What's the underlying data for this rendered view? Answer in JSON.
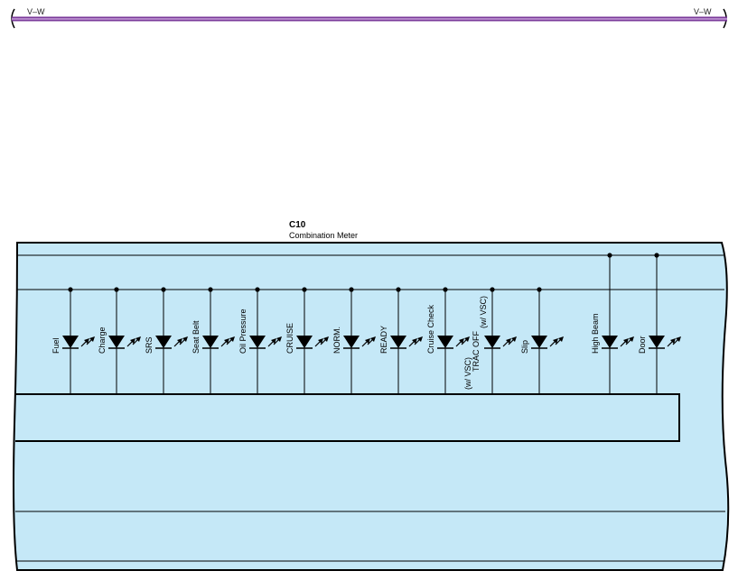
{
  "wire": {
    "label_left": "V–W",
    "label_right": "V–W",
    "color": "#7a3a9a"
  },
  "component": {
    "code": "C10",
    "name": "Combination Meter",
    "fill": "#c5e8f7"
  },
  "lamps": [
    {
      "id": "fuel",
      "label": "Fuel"
    },
    {
      "id": "charge",
      "label": "Charge"
    },
    {
      "id": "srs",
      "label": "SRS"
    },
    {
      "id": "seat-belt",
      "label": "Seat Belt"
    },
    {
      "id": "oil-pressure",
      "label": "Oil Pressure"
    },
    {
      "id": "cruise",
      "label": "CRUISE"
    },
    {
      "id": "norm",
      "label": "NORM."
    },
    {
      "id": "ready",
      "label": "READY"
    },
    {
      "id": "cruise-check",
      "label": "Cruise Check"
    },
    {
      "id": "trac-off",
      "label": "TRAC OFF",
      "sub": "(w/ VSC)",
      "label2": "(w/ VSC)"
    },
    {
      "id": "slip",
      "label": "Slip"
    },
    {
      "id": "high-beam",
      "label": "High Beam"
    },
    {
      "id": "door",
      "label": "Door"
    }
  ]
}
